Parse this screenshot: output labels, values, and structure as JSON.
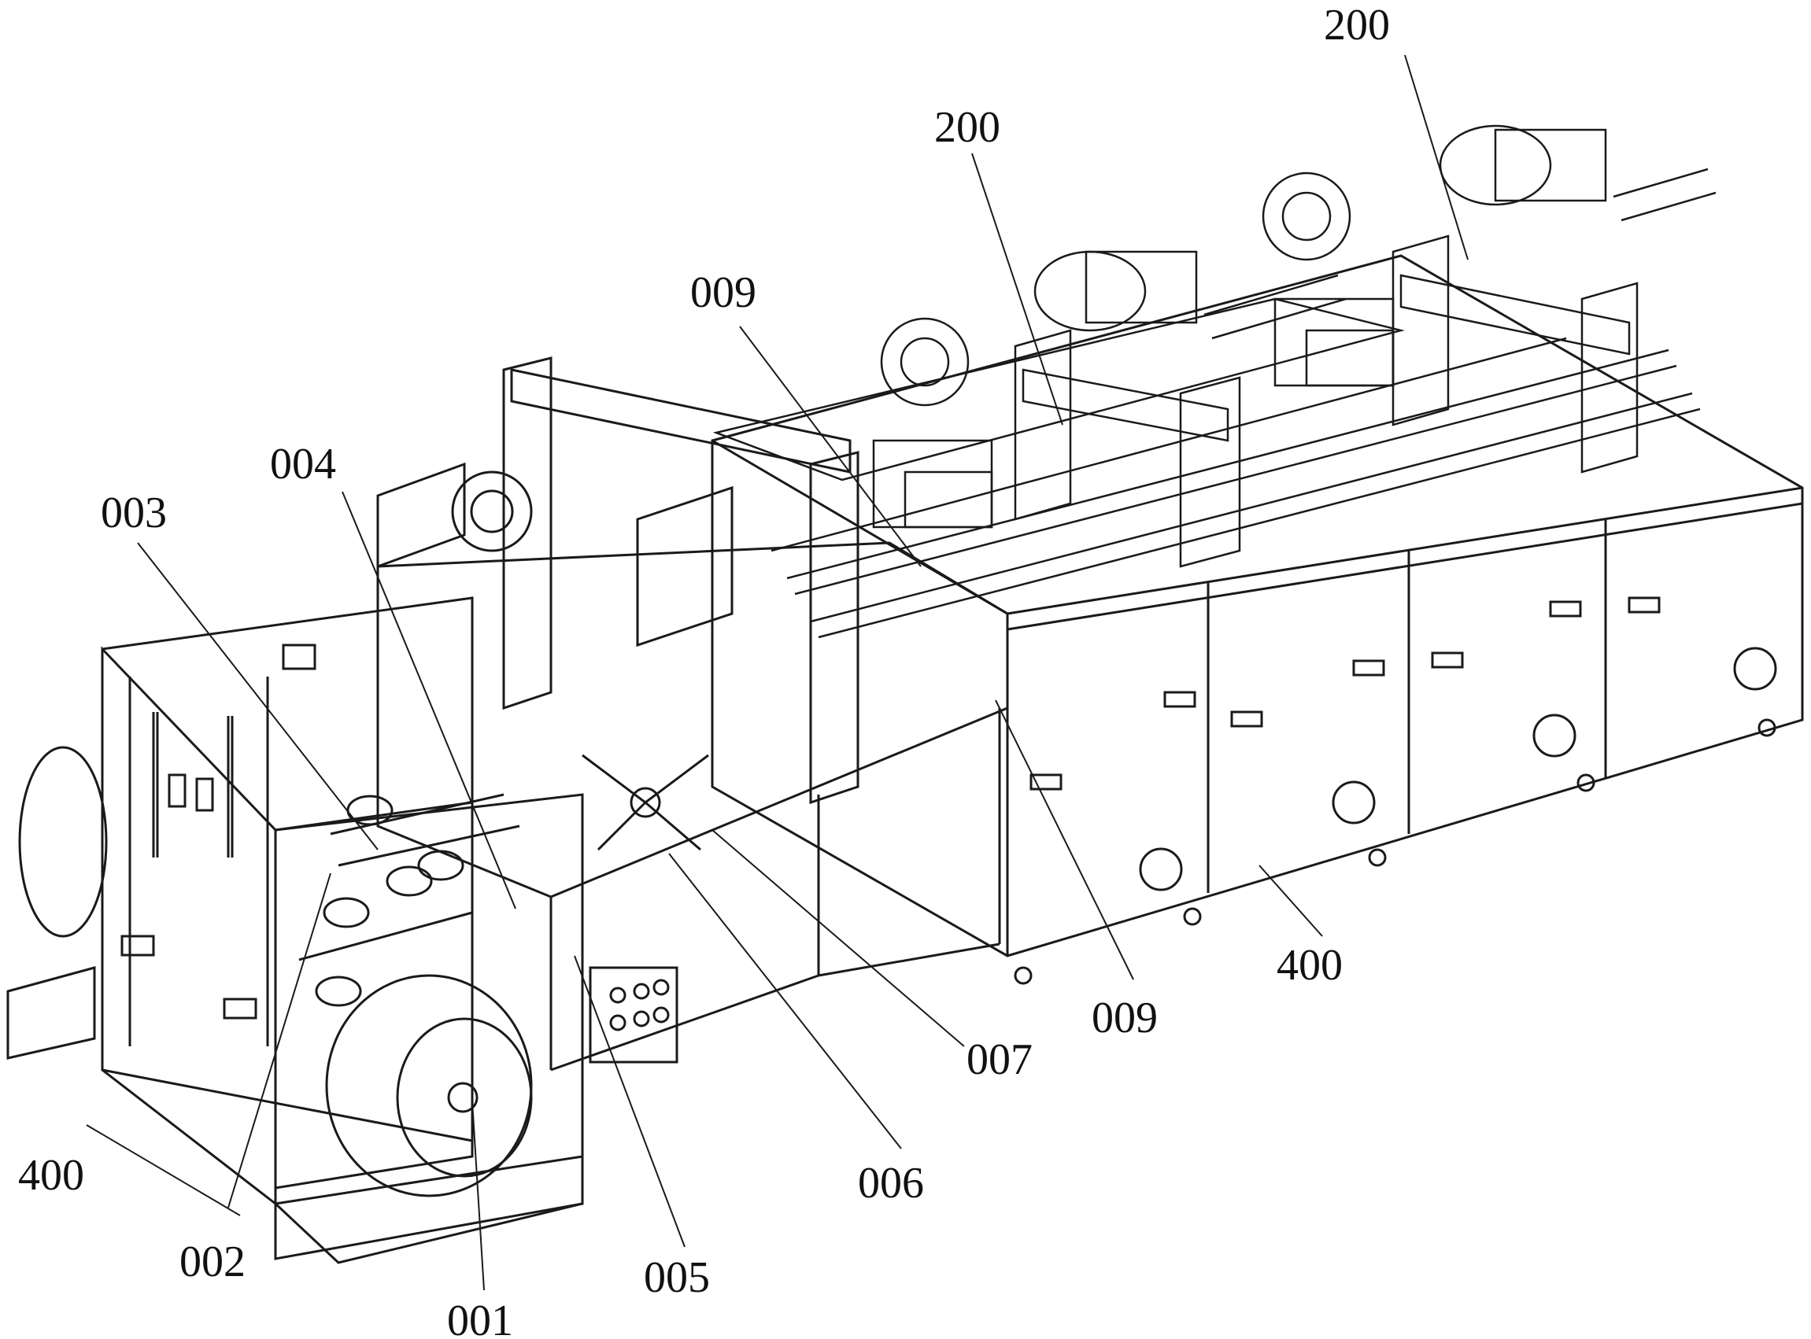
{
  "figure": {
    "ink_color": "#1a1a1a",
    "background": "#ffffff",
    "callouts": [
      {
        "id": "001",
        "text": "001"
      },
      {
        "id": "002",
        "text": "002"
      },
      {
        "id": "003",
        "text": "003"
      },
      {
        "id": "004",
        "text": "004"
      },
      {
        "id": "005",
        "text": "005"
      },
      {
        "id": "006",
        "text": "006"
      },
      {
        "id": "007",
        "text": "007"
      },
      {
        "id": "009a",
        "text": "009"
      },
      {
        "id": "009b",
        "text": "009"
      },
      {
        "id": "200a",
        "text": "200"
      },
      {
        "id": "200b",
        "text": "200"
      },
      {
        "id": "400a",
        "text": "400"
      },
      {
        "id": "400b",
        "text": "400"
      }
    ]
  }
}
